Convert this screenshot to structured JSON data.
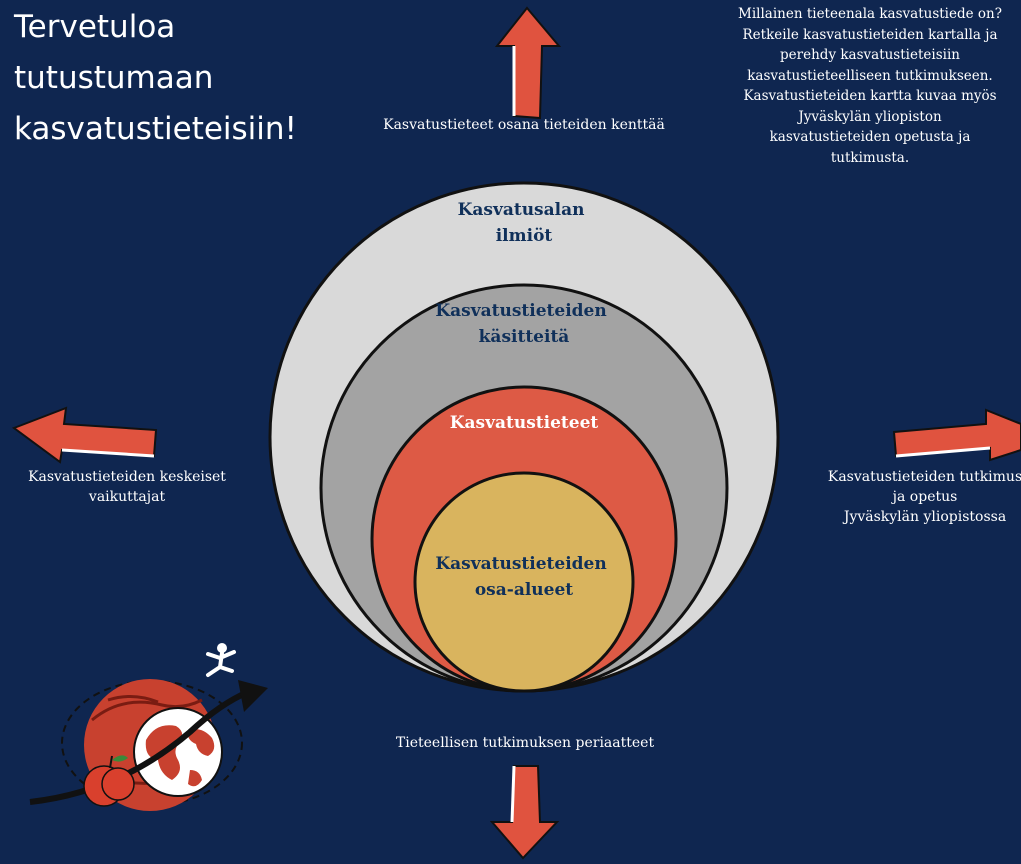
{
  "title": {
    "lines": [
      "Tervetuloa",
      "tutustumaan",
      "kasvatustieteisiin!"
    ]
  },
  "intro": {
    "lines": [
      "Millainen tieteenala kasvatustiede on?",
      "Retkeile kasvatustieteiden kartalla ja",
      "perehdy kasvatustieteisiin",
      "kasvatustieteelliseen tutkimukseen.",
      "Kasvatustieteiden kartta kuvaa myös",
      "Jyväskylän yliopiston",
      "kasvatustieteiden opetusta ja",
      "tutkimusta."
    ]
  },
  "nav": {
    "top": "Kasvatustieteet osana tieteiden kenttää",
    "left": [
      "Kasvatustieteiden keskeiset",
      "vaikuttajat"
    ],
    "right": [
      "Kasvatustieteiden tutkimus",
      "ja opetus",
      "Jyväskylän yliopistossa"
    ],
    "bottom": "Tieteellisen tutkimuksen periaatteet"
  },
  "rings": [
    {
      "lines": [
        "Kasvatusalan",
        "ilmiöt"
      ],
      "fill": "#d9d9d9",
      "text_color": "#10305a"
    },
    {
      "lines": [
        "Kasvatustieteiden",
        "käsitteitä"
      ],
      "fill": "#a3a3a3",
      "text_color": "#10305a"
    },
    {
      "lines": [
        "Kasvatustieteet"
      ],
      "fill": "#dd5a45",
      "text_color": "#ffffff"
    },
    {
      "lines": [
        "Kasvatustieteiden",
        "osa-alueet"
      ],
      "fill": "#d9b45e",
      "text_color": "#10305a"
    }
  ],
  "colors": {
    "background": "#0f2650",
    "arrow": "#e0533f",
    "outline": "#111111"
  },
  "illustration": {
    "icon": "globe-apple-illustration"
  }
}
